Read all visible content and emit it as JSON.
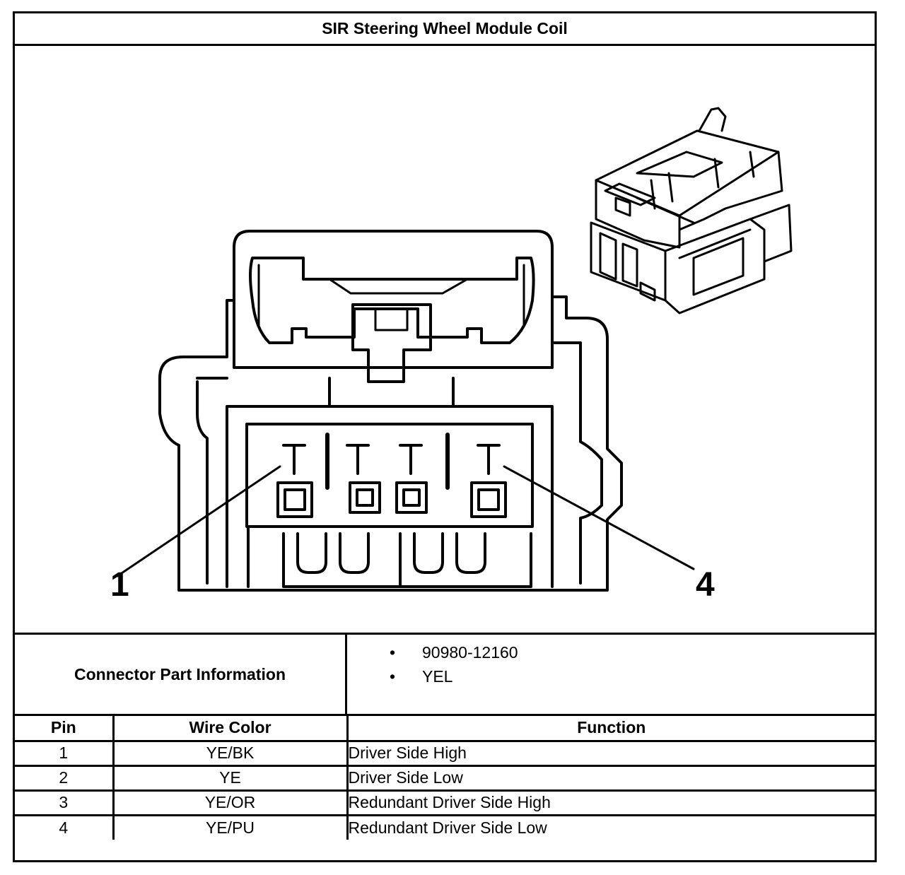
{
  "title": "SIR Steering Wheel Module Coil",
  "figure": {
    "callouts": [
      "1",
      "4"
    ],
    "icons": [
      "connector-face-view-icon",
      "connector-isometric-icon"
    ]
  },
  "connector_info": {
    "label": "Connector Part Information",
    "bullet_glyph": "•",
    "items": [
      "90980-12160",
      "YEL"
    ]
  },
  "pin_table": {
    "headers": {
      "pin": "Pin",
      "wire_color": "Wire Color",
      "function": "Function"
    },
    "rows": [
      {
        "pin": "1",
        "wire_color": "YE/BK",
        "function": "Driver Side High"
      },
      {
        "pin": "2",
        "wire_color": "YE",
        "function": "Driver Side Low"
      },
      {
        "pin": "3",
        "wire_color": "YE/OR",
        "function": "Redundant Driver Side High"
      },
      {
        "pin": "4",
        "wire_color": "YE/PU",
        "function": "Redundant Driver Side Low"
      }
    ]
  },
  "colors": {
    "line": "#000000",
    "background": "#ffffff"
  }
}
